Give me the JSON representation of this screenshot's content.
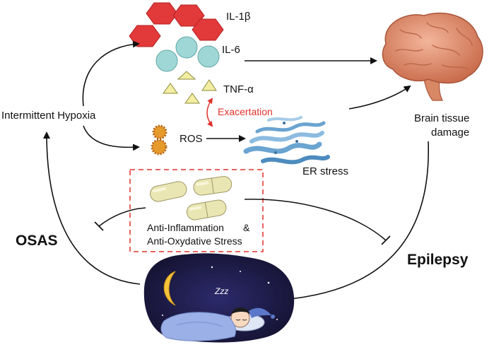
{
  "labels": {
    "il1b": "IL-1β",
    "il6": "IL-6",
    "tnfa": "TNF-α",
    "exacerbation": "Exacertation",
    "intermittent_hypoxia": "Intermittent Hypoxia",
    "ros": "ROS",
    "er_stress": "ER stress",
    "brain_tissue_line1": "Brain tissue",
    "brain_tissue_line2": "damage",
    "anti_inflammation": "Anti-Inflammation",
    "ampersand": "&",
    "anti_oxydative": "Anti-Oxydative Stress",
    "osas": "OSAS",
    "epilepsy": "Epilepsy",
    "snore": "Zzz"
  },
  "colors": {
    "hexagon": "#e2393a",
    "circle": "#9fd7d6",
    "triangle": "#f3eea2",
    "ros": "#e69a2b",
    "er": "#6aa4d1",
    "brain": "#e29473",
    "pill": "#eae6b3",
    "box_border": "#e0312a",
    "night": "#1f1d45",
    "moon": "#f6c23a"
  },
  "icons": {
    "brain": "brain-icon",
    "er": "endoplasmic-reticulum-icon",
    "pills": "pill-icon",
    "sleeper": "sleeping-person-icon",
    "moon": "crescent-moon-icon"
  }
}
